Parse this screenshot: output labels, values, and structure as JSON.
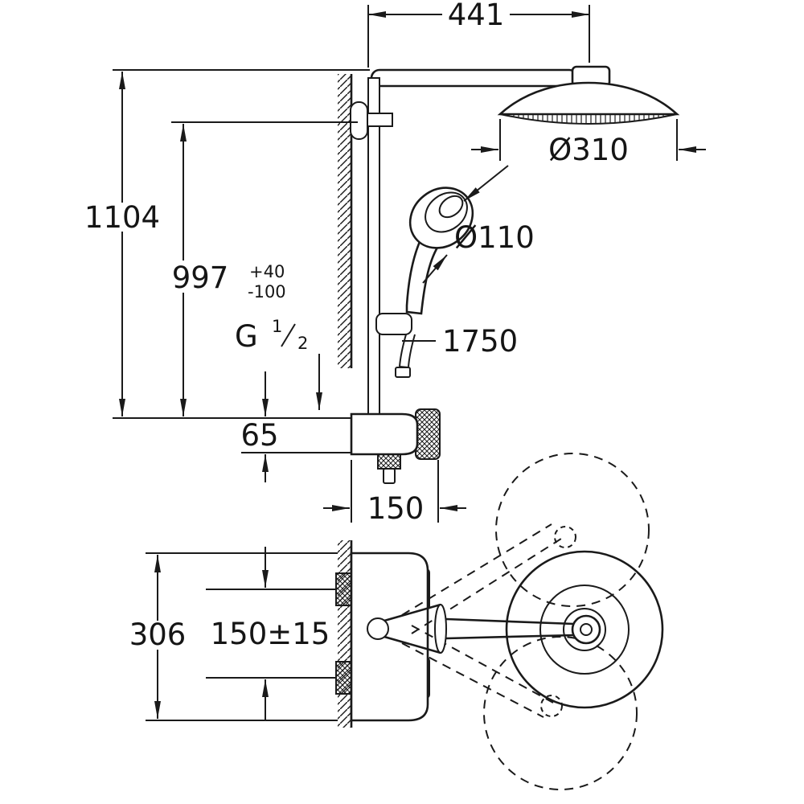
{
  "drawing": {
    "type": "technical-dimension-drawing",
    "subject": "thermostatic shower system with overhead shower and hand shower",
    "units": "mm",
    "dims": {
      "top_width": "441",
      "overall_height": "1104",
      "riser_height": "997",
      "riser_tol_plus": "+40",
      "riser_tol_minus": "-100",
      "thread_prefix": "G",
      "thread_numerator": "1",
      "thread_denominator": "2",
      "body_height": "65",
      "body_depth": "150",
      "head_diameter": "Ø310",
      "handshower_diameter": "Ø110",
      "hose_length": "1750",
      "front_height": "306",
      "connection_spacing": "150±15"
    },
    "colors": {
      "line": "#1a1a1a",
      "background": "#ffffff"
    }
  }
}
